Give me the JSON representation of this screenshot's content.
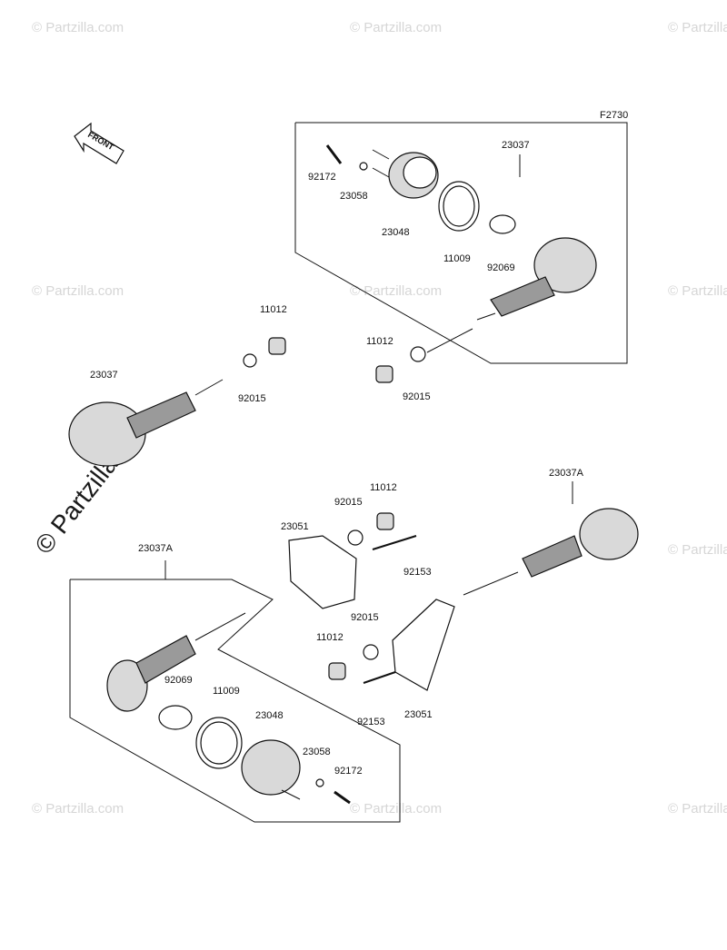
{
  "figure_code": "F2730",
  "front_label": "FRONT",
  "watermark_text": "© Partzilla.com",
  "watermark_small": "© Partzilla.com",
  "part_labels": {
    "a_92172": "92172",
    "a_23058": "23058",
    "a_23048": "23048",
    "a_11009": "11009",
    "a_92069": "92069",
    "a_23037": "23037",
    "b_11012": "11012",
    "b_92015": "92015",
    "b_23037": "23037",
    "c_11012": "11012",
    "c_92015": "92015",
    "d_11012": "11012",
    "d_92015": "92015",
    "d_23051": "23051",
    "d_92153": "92153",
    "e_23037A": "23037A",
    "f_23037A": "23037A",
    "f_92069": "92069",
    "f_11009": "11009",
    "f_23048": "23048",
    "f_23058": "23058",
    "f_92172": "92172",
    "g_92015": "92015",
    "g_11012": "11012",
    "g_92153": "92153",
    "g_23051": "23051"
  }
}
